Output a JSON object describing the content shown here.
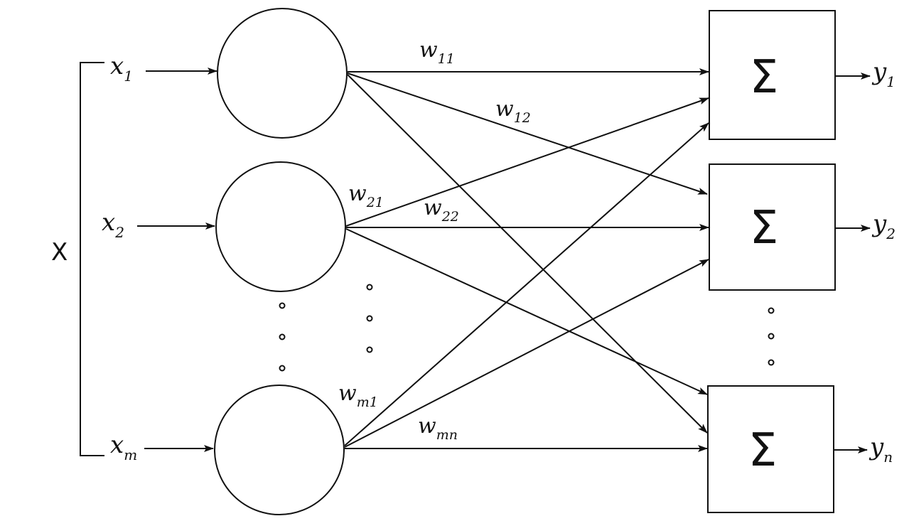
{
  "bundle_label": "X",
  "inputs": [
    {
      "base": "x",
      "sub": "1"
    },
    {
      "base": "x",
      "sub": "2"
    },
    {
      "base": "x",
      "sub": "m"
    }
  ],
  "outputs": [
    {
      "base": "y",
      "sub": "1"
    },
    {
      "base": "y",
      "sub": "2"
    },
    {
      "base": "y",
      "sub": "n"
    }
  ],
  "summation_symbol": "Σ",
  "weights": [
    {
      "base": "w",
      "sub": "11"
    },
    {
      "base": "w",
      "sub": "12"
    },
    {
      "base": "w",
      "sub": "21"
    },
    {
      "base": "w",
      "sub": "22"
    },
    {
      "base": "w",
      "sub": "m1"
    },
    {
      "base": "w",
      "sub": "mn"
    }
  ],
  "colors": {
    "stroke": "#111111",
    "background": "#ffffff"
  }
}
